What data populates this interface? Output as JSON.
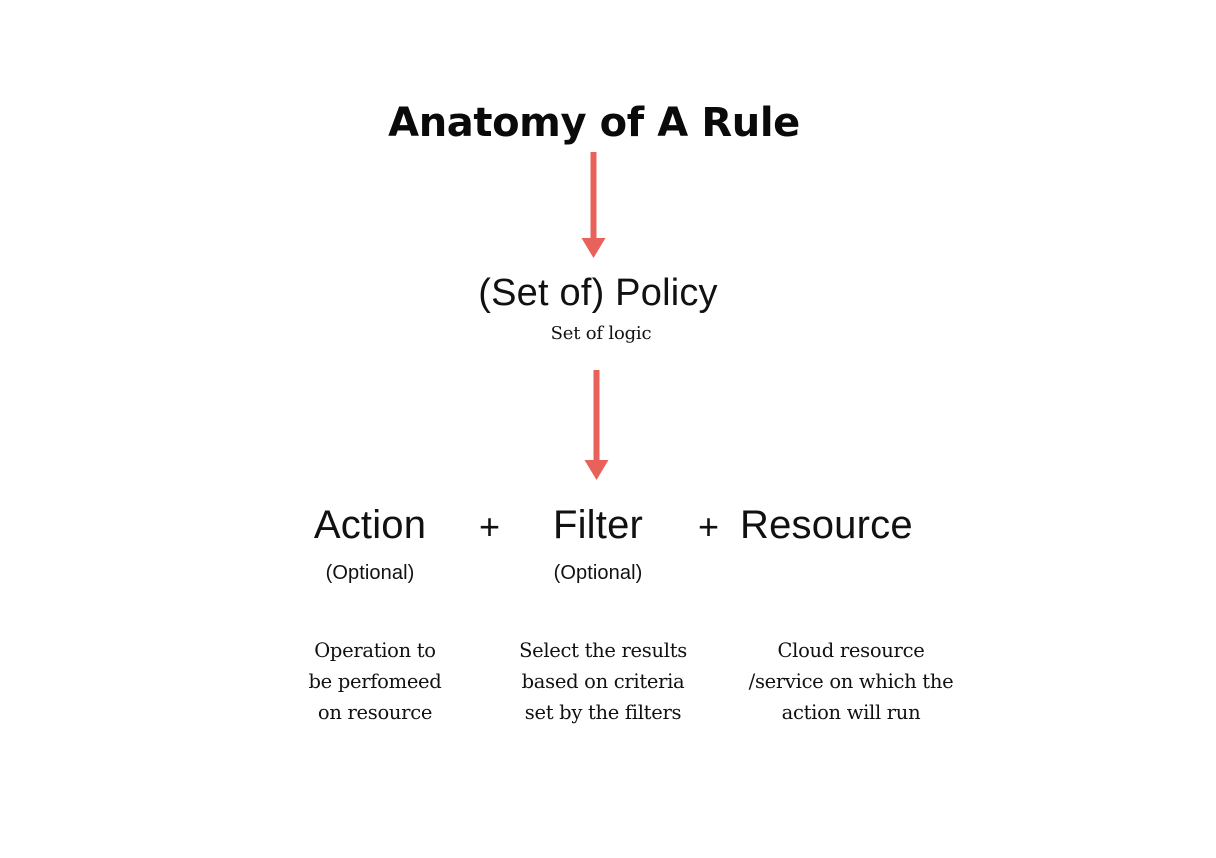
{
  "diagram": {
    "title": "Anatomy of A Rule",
    "accent_color": "#E8615A",
    "text_color": "#111111",
    "background_color": "#FFFFFF",
    "policy": {
      "label": "(Set of) Policy",
      "subtitle": "Set of logic"
    },
    "operators": {
      "plus_1": "+",
      "plus_2": "+"
    },
    "components": [
      {
        "term": "Action",
        "optional": "(Optional)",
        "description_lines": [
          "Operation to",
          "be perfomeed",
          "on resource"
        ]
      },
      {
        "term": "Filter",
        "optional": "(Optional)",
        "description_lines": [
          "Select the results",
          "based on criteria",
          "set by the filters"
        ]
      },
      {
        "term": "Resource",
        "optional": "",
        "description_lines": [
          "Cloud resource",
          "/service on which the",
          "action will run"
        ]
      }
    ],
    "arrows": [
      {
        "name": "title-to-policy",
        "direction": "down"
      },
      {
        "name": "policy-to-components",
        "direction": "down"
      }
    ]
  }
}
